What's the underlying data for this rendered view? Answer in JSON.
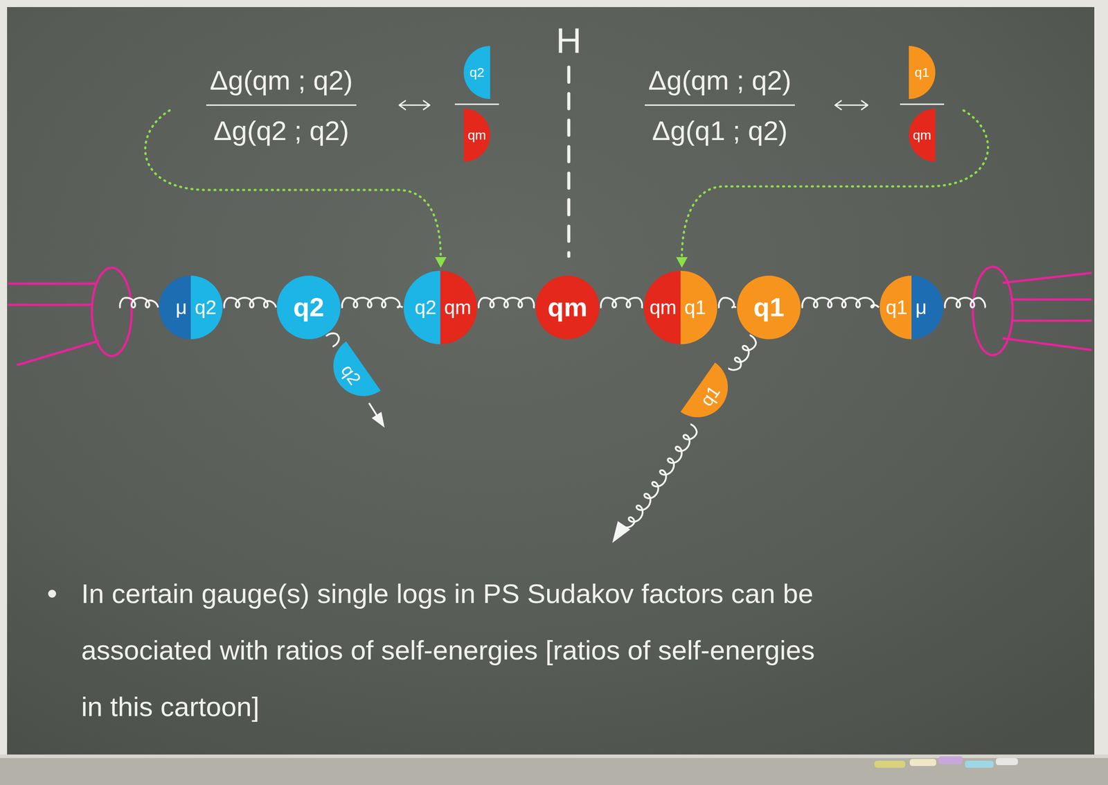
{
  "diagram": {
    "nodes": [
      {
        "text": [
          "q2"
        ]
      },
      {
        "text": [
          "qm"
        ]
      },
      {
        "text": [
          "q1"
        ]
      },
      {
        "text": [
          "qm"
        ]
      },
      {
        "text": [
          "μ",
          "q2"
        ]
      },
      {
        "text": [
          "q2"
        ]
      },
      {
        "text": [
          "q2",
          "qm"
        ]
      },
      {
        "text": [
          "qm"
        ]
      },
      {
        "text": [
          "qm",
          "q1"
        ]
      },
      {
        "text": [
          "q1"
        ]
      },
      {
        "text": [
          "q1",
          "μ"
        ]
      },
      {
        "text": [
          "q2"
        ]
      },
      {
        "text": [
          "q1"
        ]
      }
    ],
    "edges": [
      {
        "from": 4,
        "to": 5,
        "arrow": "none"
      },
      {
        "from": 5,
        "to": 6,
        "arrow": "none"
      },
      {
        "from": 6,
        "to": 7,
        "arrow": "none"
      },
      {
        "from": 7,
        "to": 8,
        "arrow": "none"
      },
      {
        "from": 8,
        "to": 9,
        "arrow": "none"
      },
      {
        "from": 9,
        "to": 10,
        "arrow": "none"
      },
      {
        "from": 5,
        "to": 11,
        "arrow": "none"
      },
      {
        "from": 9,
        "to": 12,
        "arrow": "none"
      }
    ],
    "labels": [
      "H",
      "Δg(qm ; q2)",
      "Δg(q2 ; q2)",
      "Δg(qm ; q2)",
      "Δg(q1 ; q2)",
      "In certain gauge(s) single logs in PS Sudakov factors can be associated with ratios of self-energies [ratios of self-energies in this cartoon]"
    ]
  }
}
